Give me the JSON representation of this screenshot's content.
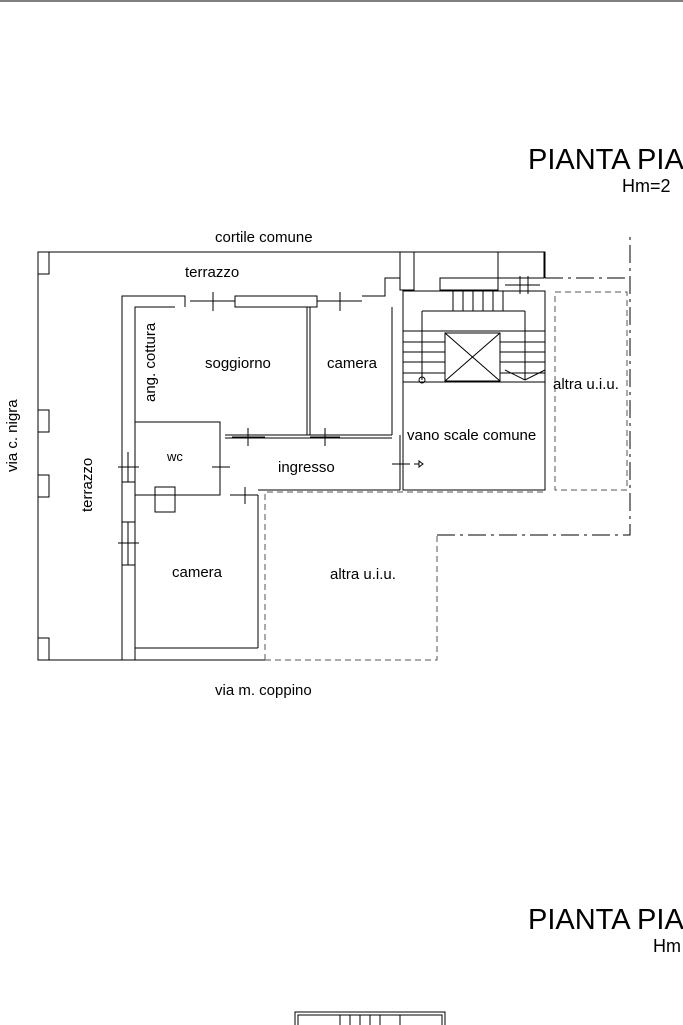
{
  "plan_1": {
    "title": "PIANTA PIA",
    "height_note": "Hm=2",
    "labels": {
      "cortile": "cortile comune",
      "terrazzo_top": "terrazzo",
      "ang_cottura": "ang. cottura",
      "soggiorno": "soggiorno",
      "camera_top": "camera",
      "altra_uiu_right": "altra u.i.u.",
      "vano_scale": "vano scale comune",
      "wc": "wc",
      "ingresso": "ingresso",
      "terrazzo_left": "terrazzo",
      "via_nigra": "via c. nigra",
      "camera_bottom": "camera",
      "altra_uiu_bottom": "altra u.i.u.",
      "via_coppino": "via m. coppino"
    }
  },
  "plan_2": {
    "title": "PIANTA PIA",
    "height_note": "Hm"
  }
}
